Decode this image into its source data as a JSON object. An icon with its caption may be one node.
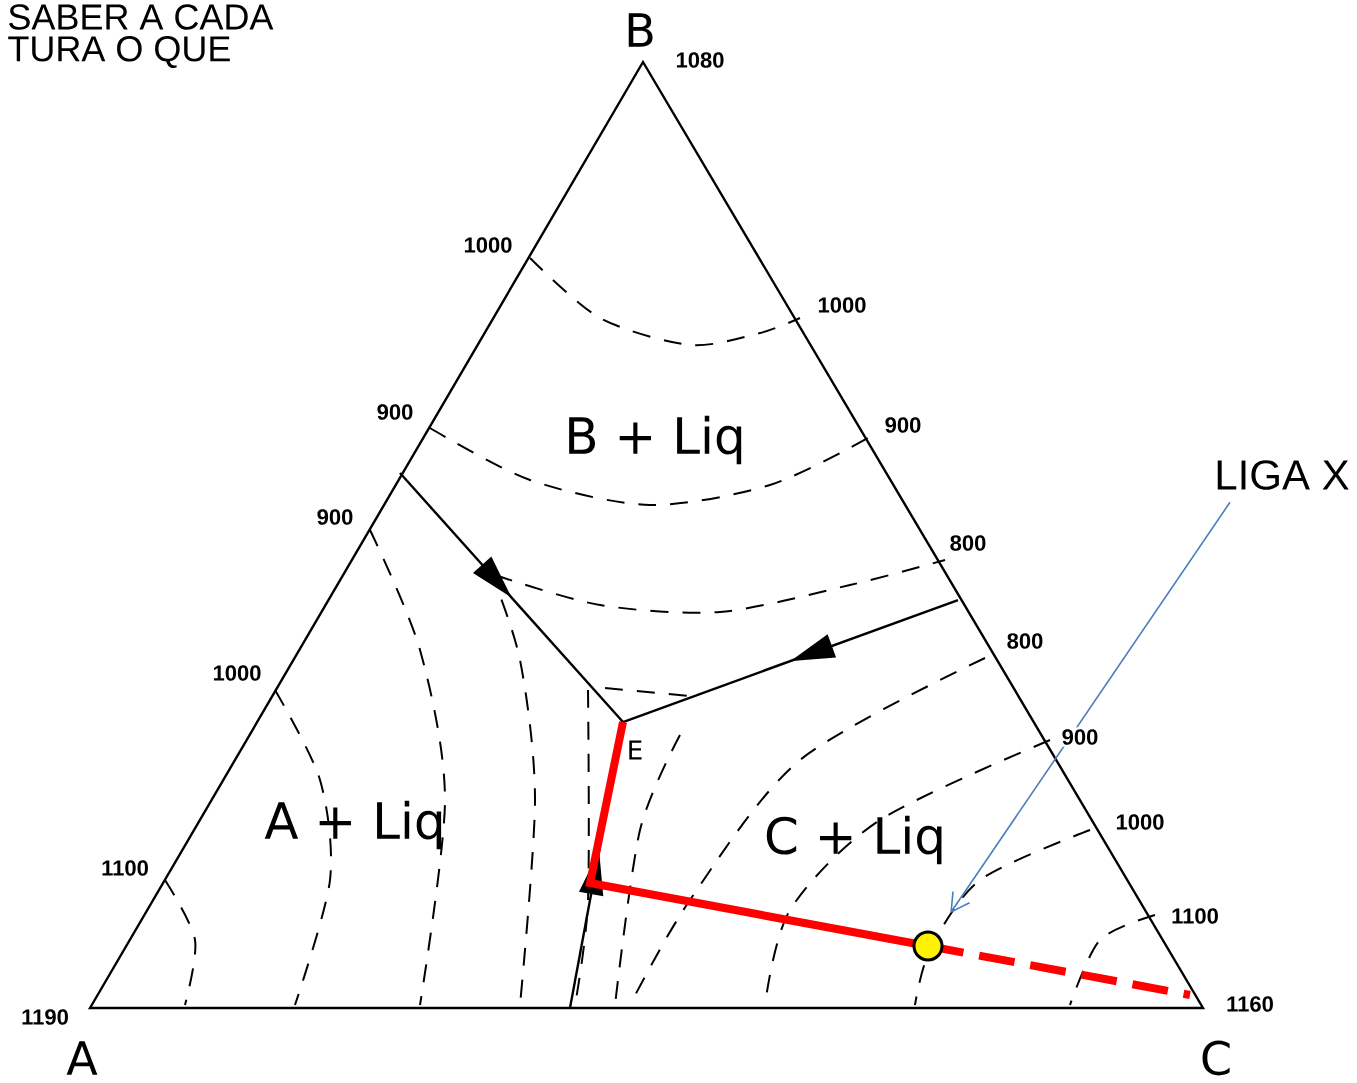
{
  "diagram": {
    "nodes": [
      {
        "text": [
          "LIGA X"
        ]
      },
      {
        "text": [],
        "shape": "circle"
      }
    ],
    "edges": [
      {
        "from": 0,
        "to": 1,
        "arrow": "to",
        "color": "#4a7ebb"
      }
    ],
    "labels": [
      "SABER A CADA",
      "TURA O QUE",
      "B",
      "1080",
      "1000",
      "1000",
      "900",
      "B + Liq",
      "900",
      "900",
      "800",
      "800",
      "1000",
      "E",
      "900",
      "A + Liq",
      "C + Liq",
      "1000",
      "1100",
      "1100",
      "1190",
      "1160",
      "A",
      "C"
    ]
  }
}
